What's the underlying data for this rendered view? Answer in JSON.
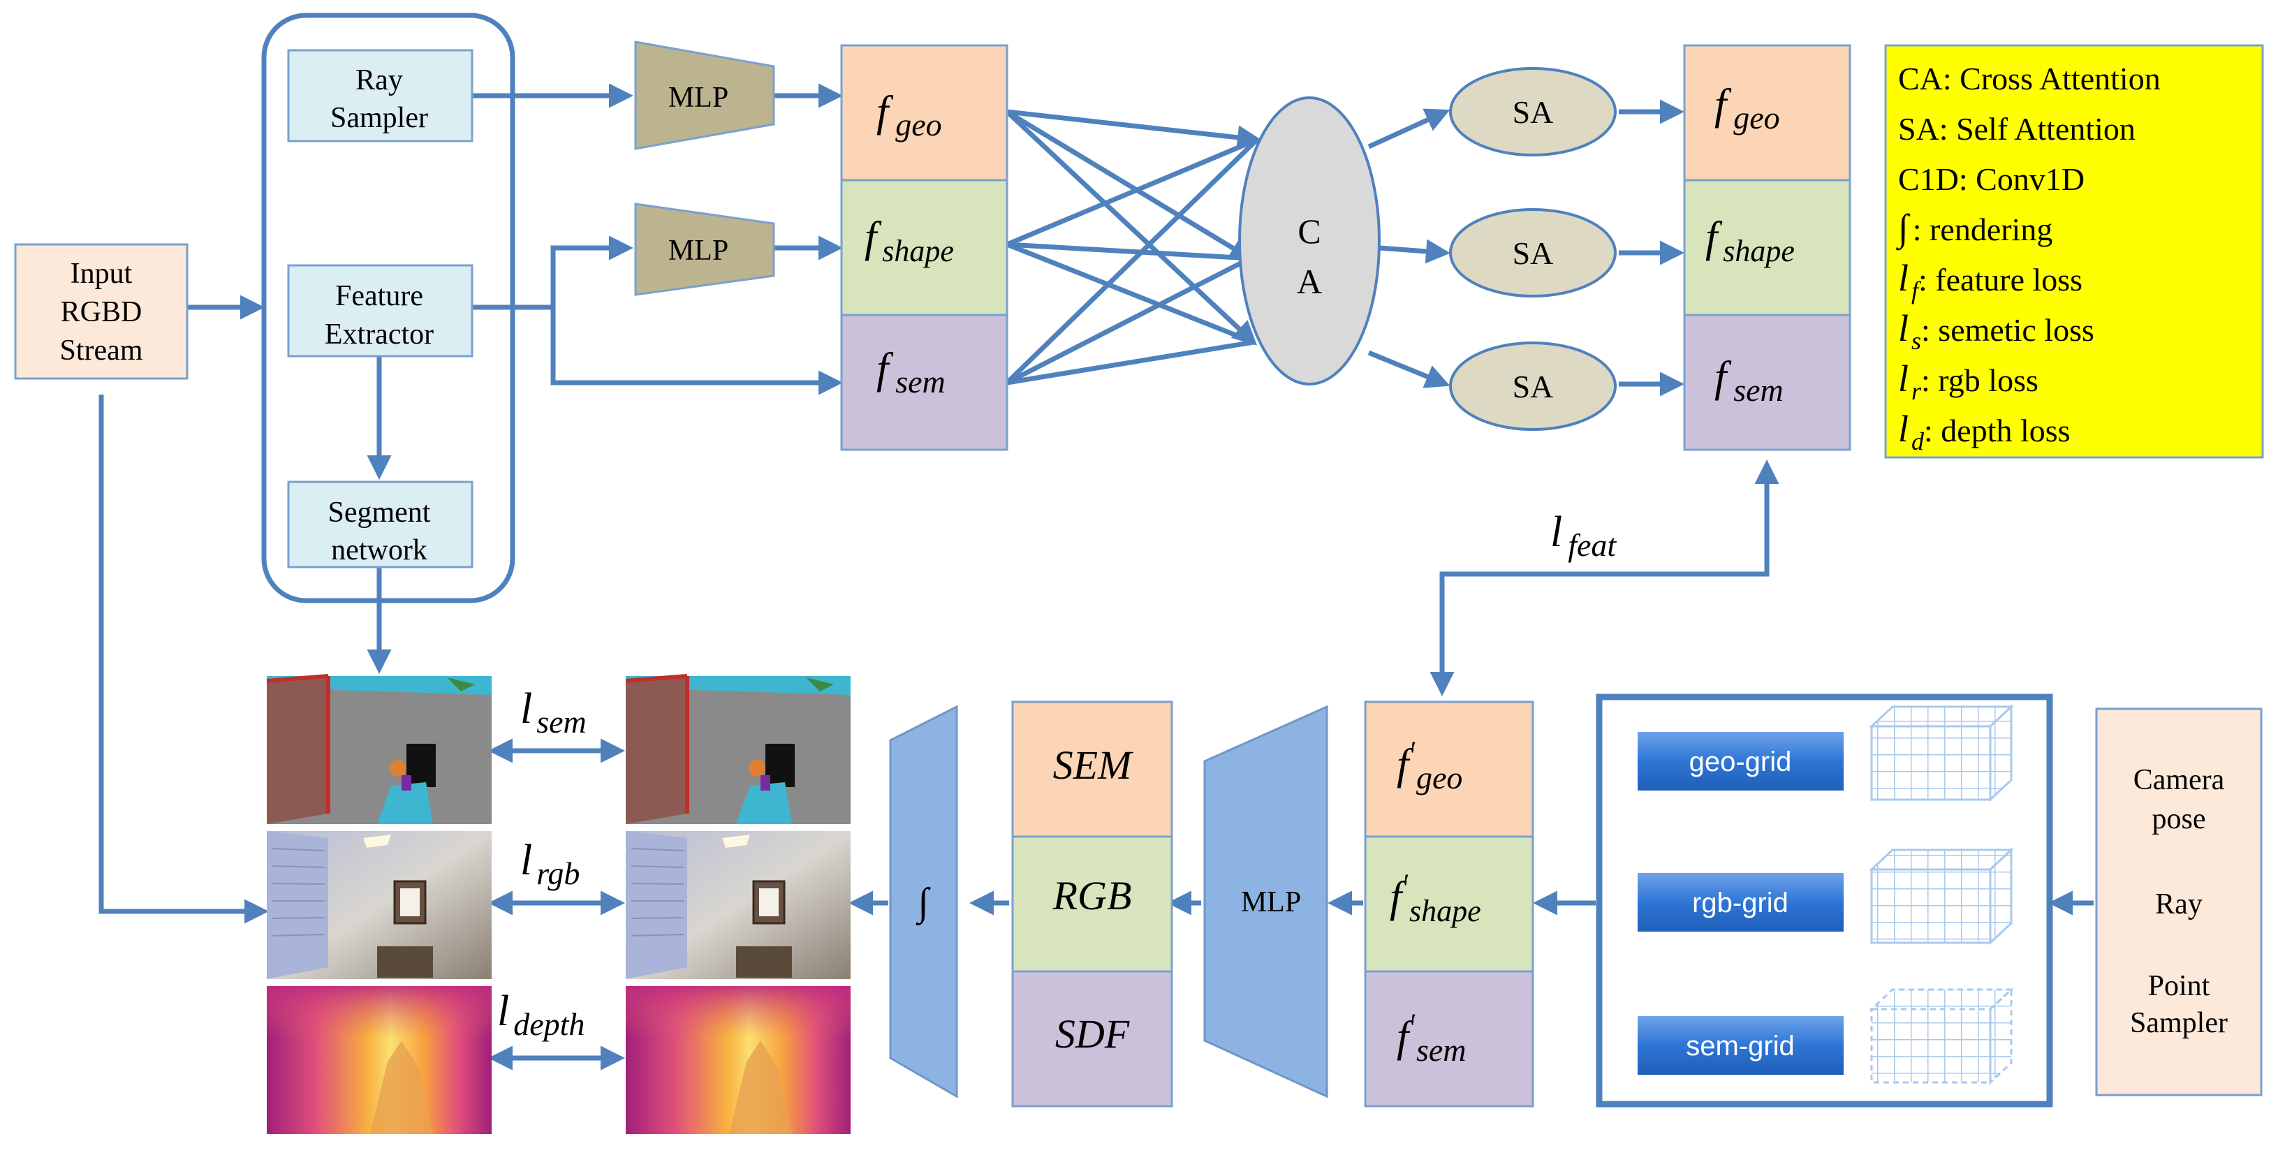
{
  "input": {
    "line1": "Input",
    "line2": "RGBD",
    "line3": "Stream"
  },
  "encoder": {
    "ray_sampler": {
      "line1": "Ray",
      "line2": "Sampler"
    },
    "feature_extractor": {
      "line1": "Feature",
      "line2": "Extractor"
    },
    "segment_network": {
      "line1": "Segment",
      "line2": "network"
    }
  },
  "mlp_label": "MLP",
  "features_in": {
    "geo": "geo",
    "shape": "shape",
    "sem": "sem",
    "f": "f"
  },
  "cross_attention": {
    "line1": "C",
    "line2": "A"
  },
  "self_attention": {
    "label": "SA"
  },
  "features_out": {
    "geo": "geo",
    "shape": "shape",
    "sem": "sem",
    "f": "f"
  },
  "legend": {
    "items": [
      {
        "prefix": "",
        "sub": "",
        "text": "CA: Cross Attention"
      },
      {
        "prefix": "",
        "sub": "",
        "text": "SA: Self Attention"
      },
      {
        "prefix": "",
        "sub": "",
        "text": "C1D: Conv1D"
      },
      {
        "prefix": "∫",
        "sub": "",
        "text": ": rendering"
      },
      {
        "prefix": "l",
        "sub": "f",
        "text": ": feature loss"
      },
      {
        "prefix": "l",
        "sub": "s",
        "text": ":   semetic loss"
      },
      {
        "prefix": "l",
        "sub": "r",
        "text": ":    rgb loss"
      },
      {
        "prefix": "l",
        "sub": "d",
        "text": ": depth loss"
      }
    ],
    "bg_color": "#ffff00"
  },
  "losses": {
    "feat": "feat",
    "sem": "sem",
    "rgb": "rgb",
    "depth": "depth",
    "l": "l"
  },
  "decoder": {
    "render_symbol": "∫",
    "outputs": {
      "sem": "SEM",
      "rgb": "RGB",
      "sdf": "SDF"
    },
    "mlp_label": "MLP",
    "features": {
      "f": "f",
      "prime": "′",
      "geo": "geo",
      "shape": "shape",
      "sem": "sem"
    }
  },
  "grids": {
    "geo": "geo-grid",
    "rgb": "rgb-grid",
    "sem": "sem-grid"
  },
  "camera": {
    "line1": "Camera",
    "line2": "pose",
    "ray": "Ray",
    "point1": "Point",
    "point2": "Sampler"
  },
  "colors": {
    "arrow": "#4f81bd",
    "box_light_blue": "#dbeef4",
    "mlp_trap": "#bcb38f",
    "feat_geo": "#fbd5b5",
    "feat_shape": "#d7e4bc",
    "feat_sem": "#ccc1da",
    "input_peach": "#fde9d9",
    "sa_ellipse": "#ddd9c3",
    "ca_ellipse": "#d9d9d9",
    "grid_button": "#2e75d6"
  }
}
